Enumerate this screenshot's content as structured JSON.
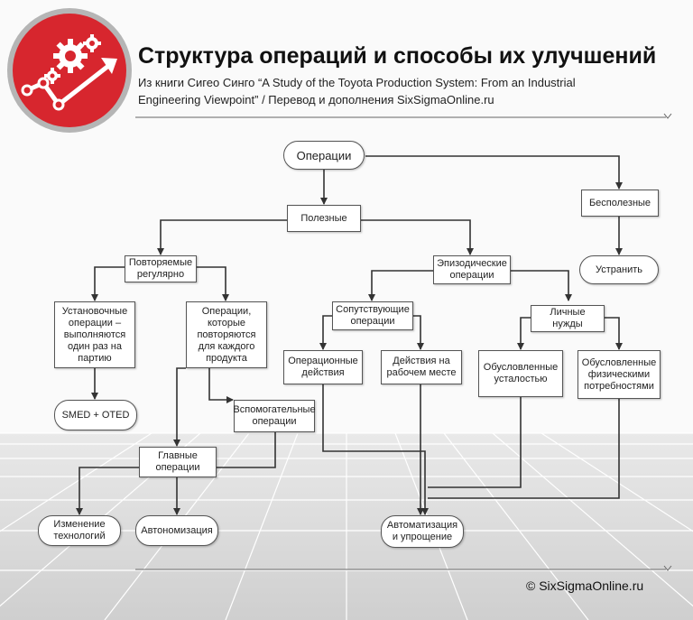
{
  "header": {
    "title": "Структура операций и способы их улучшений",
    "subtitle_line1": "Из книги Сигео Синго “A Study of the Toyota Production System: From an Industrial",
    "subtitle_line2": "Engineering Viewpoint” / Перевод и дополнения SixSigmaOnline.ru"
  },
  "nodes": {
    "operations": "Операции",
    "useful": "Полезные",
    "useless": "Бесполезные",
    "eliminate": "Устранить",
    "repeated": "Повторяемые регулярно",
    "episodic": "Эпизодические операции",
    "setup": "Установочные операции – выполняются один раз на партию",
    "per_product": "Операции, которые повторяются для каждого продукта",
    "accompanying": "Сопутствующие операции",
    "personal": "Личные нужды",
    "operational": "Операционные действия",
    "workplace": "Действия на рабочем месте",
    "fatigue": "Обусловленные усталостью",
    "physical": "Обусловленные физическими потребностями",
    "smed": "SMED + OTED",
    "auxiliary": "Вспомогательные операции",
    "main": "Главные операции",
    "tech_change": "Изменение технологий",
    "autonomation": "Автономизация",
    "automation": "Автоматизация и упрощение"
  },
  "footer": {
    "copyright": "© SixSigmaOnline.ru"
  },
  "colors": {
    "logo_red": "#d7262e",
    "connector": "#333333"
  }
}
